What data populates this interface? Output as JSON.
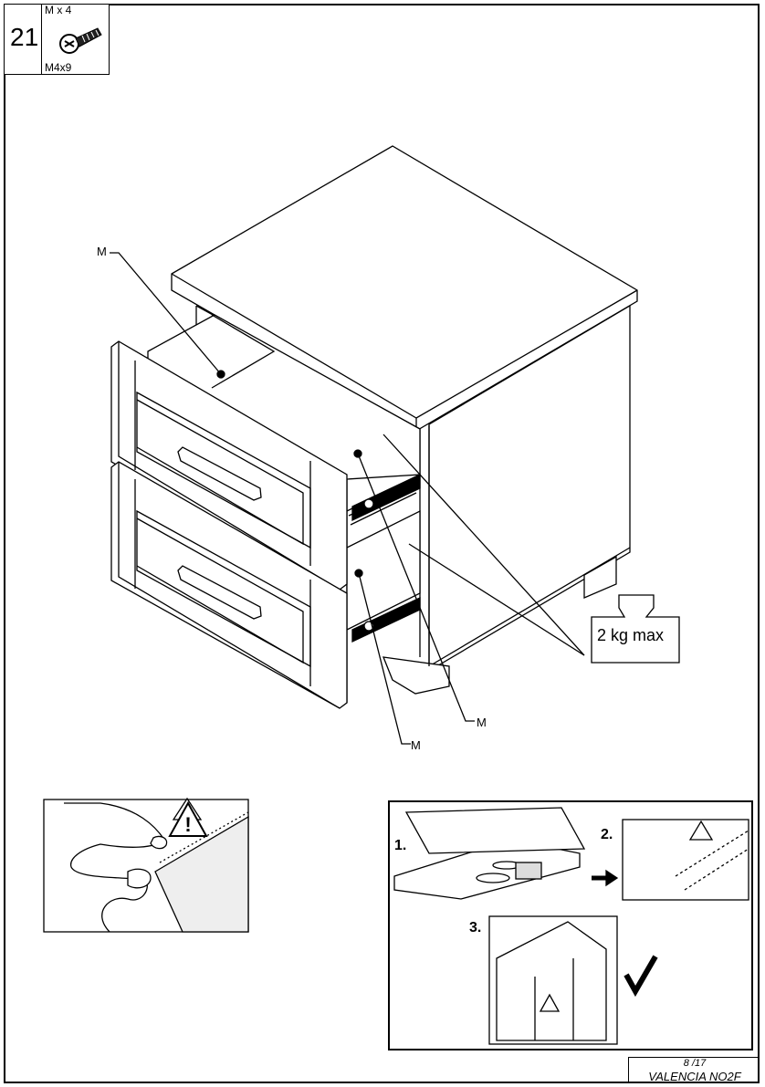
{
  "step": {
    "number": "21"
  },
  "hardware": {
    "quantity_label": "M x 4",
    "size_label": "M4x9",
    "icon": "screw-icon"
  },
  "labels": {
    "m1": "M",
    "m2": "M",
    "m3": "M"
  },
  "weight": {
    "limit_label": "2 kg max",
    "icon": "weight-icon"
  },
  "warning": {
    "icon": "warning-icon"
  },
  "instruction_steps": {
    "step1": "1.",
    "step2": "2.",
    "step3": "3."
  },
  "check": {
    "icon": "checkmark-icon"
  },
  "footer": {
    "page": "8 /17",
    "model": "VALENCIA NO2F"
  }
}
